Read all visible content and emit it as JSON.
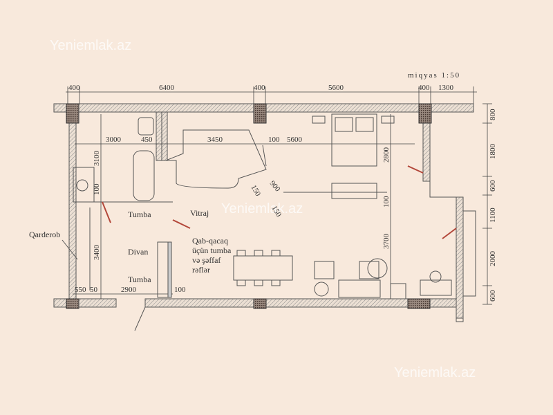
{
  "watermark": "Yeniemlak.az",
  "scale_label": "miqyas 1:50",
  "dimensions": {
    "top": [
      "400",
      "6400",
      "400",
      "5600",
      "400",
      "1300"
    ],
    "right": [
      "800",
      "1800",
      "600",
      "1100",
      "2000",
      "600"
    ],
    "inner_row": [
      "3000",
      "450",
      "3450",
      "100",
      "5600"
    ],
    "left_vertical": [
      "3100",
      "100",
      "3400"
    ],
    "bottom": [
      "550",
      "50",
      "2900",
      "100"
    ],
    "middle_vertical": [
      "2800",
      "100",
      "3700"
    ],
    "diagonal": [
      "900",
      "150",
      "150"
    ]
  },
  "labels": {
    "qarderob": "Qarderob",
    "tumba_top": "Tumba",
    "vitraj": "Vitraj",
    "divan": "Divan",
    "tumba_bottom": "Tumba",
    "cabinet_line1": "Qab-qacaq",
    "cabinet_line2": "üçün tumba",
    "cabinet_line3": "və şəffaf",
    "cabinet_line4": "rəflər"
  }
}
